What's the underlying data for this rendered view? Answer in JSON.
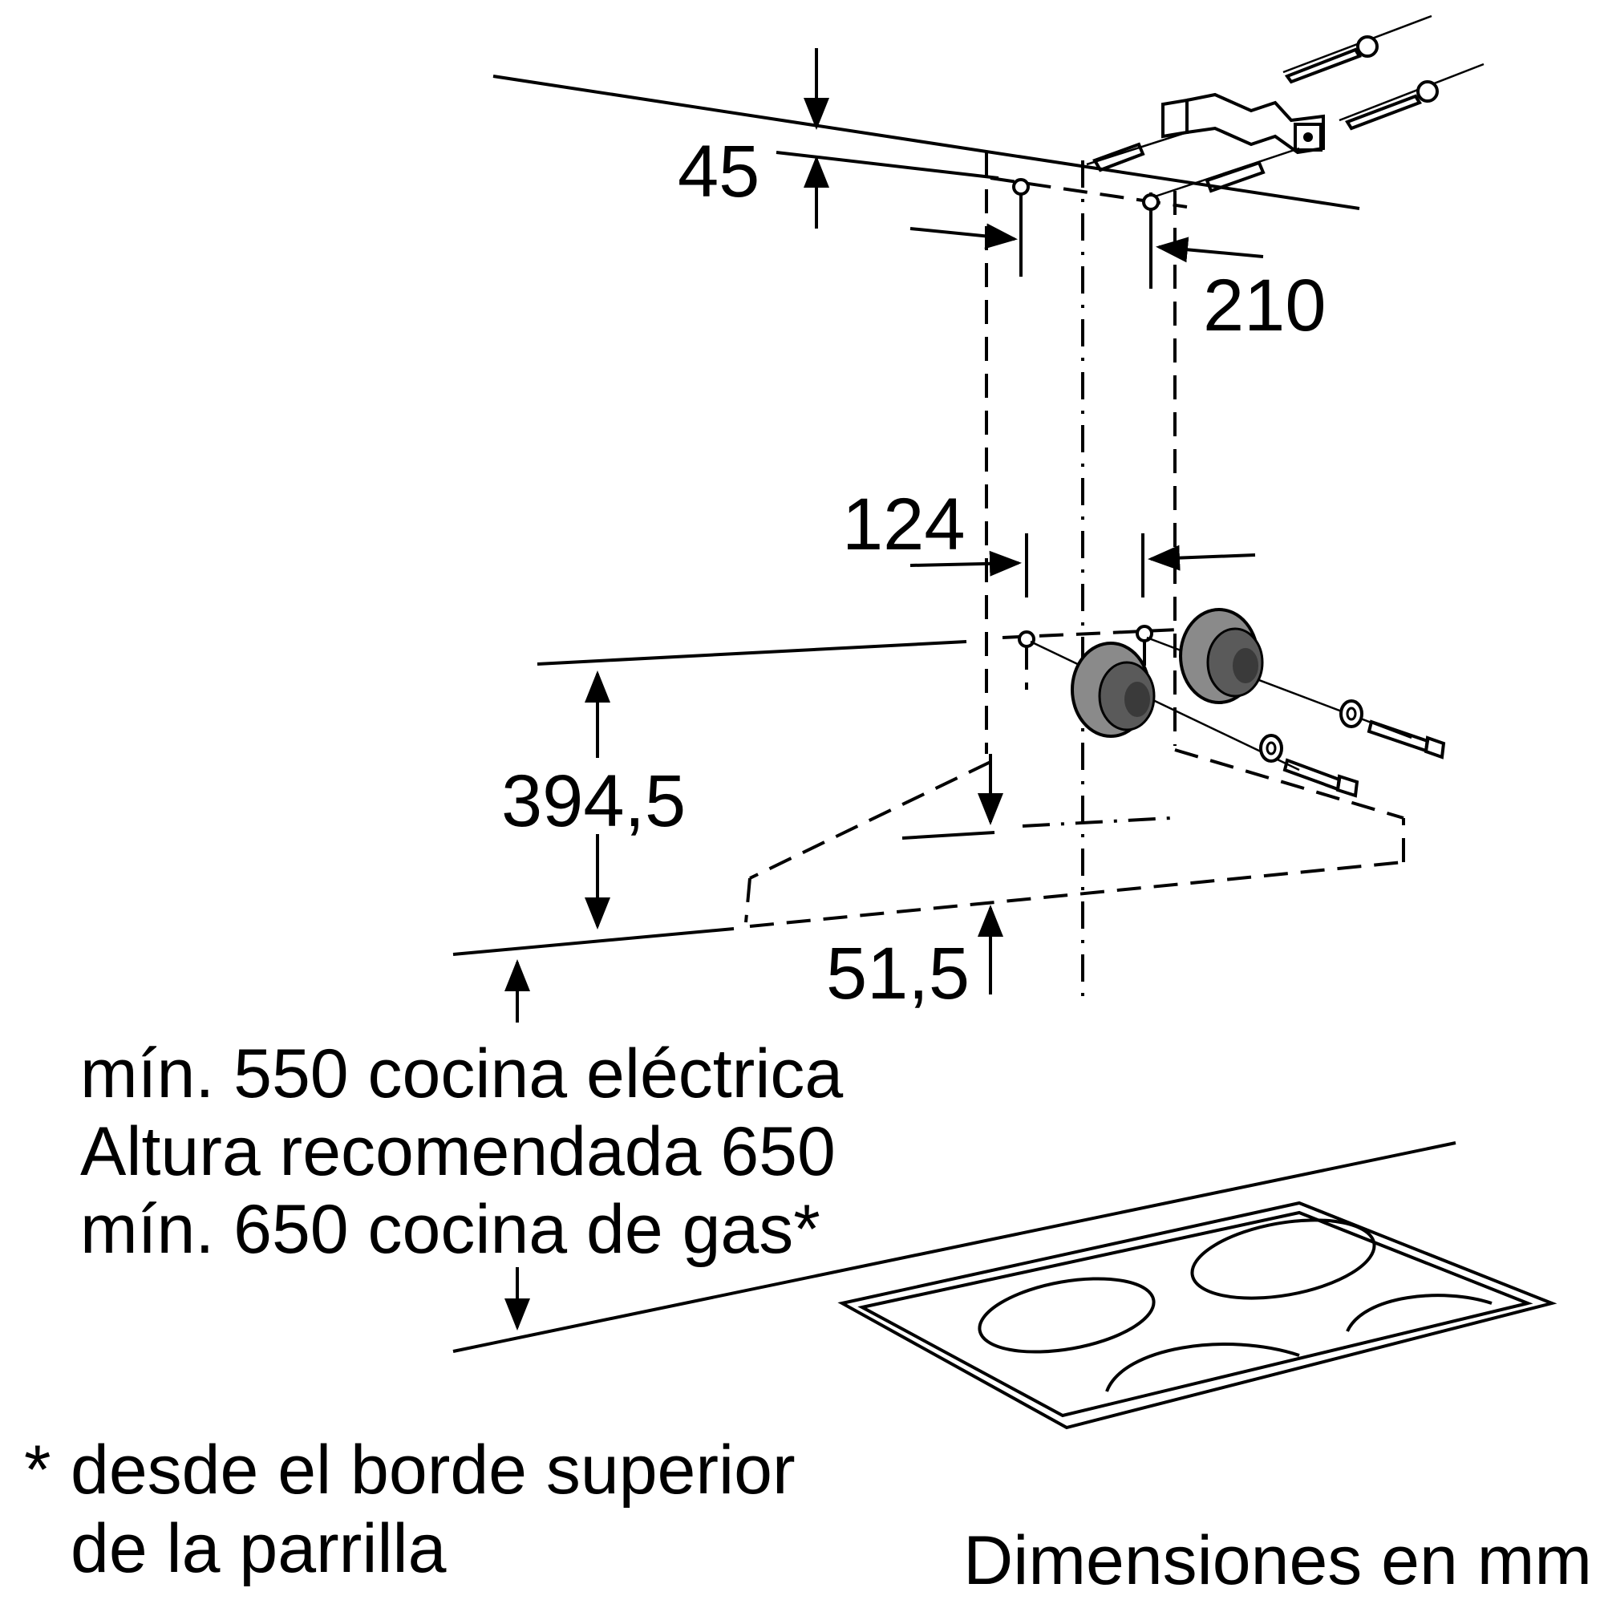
{
  "dimensions": {
    "d45": "45",
    "d210": "210",
    "d124": "124",
    "d394": "394,5",
    "d51": "51,5"
  },
  "notes": {
    "line1": "mín. 550 cocina eléctrica",
    "line2": "Altura recomendada 650",
    "line3": "mín. 650 cocina de gas*",
    "footnote_mark": "*",
    "footnote_line1": "desde el borde superior",
    "footnote_line2": "de la parrilla",
    "units": "Dimensiones en mm"
  },
  "colors": {
    "ink": "#000000",
    "part_fill": "#8a8a8a",
    "part_dark": "#3a3a3a",
    "background": "#ffffff"
  },
  "icons": [
    "mounting-bracket-icon",
    "wall-plug-icon",
    "screw-icon",
    "washer-icon",
    "vent-connector-icon",
    "cooktop-icon"
  ]
}
